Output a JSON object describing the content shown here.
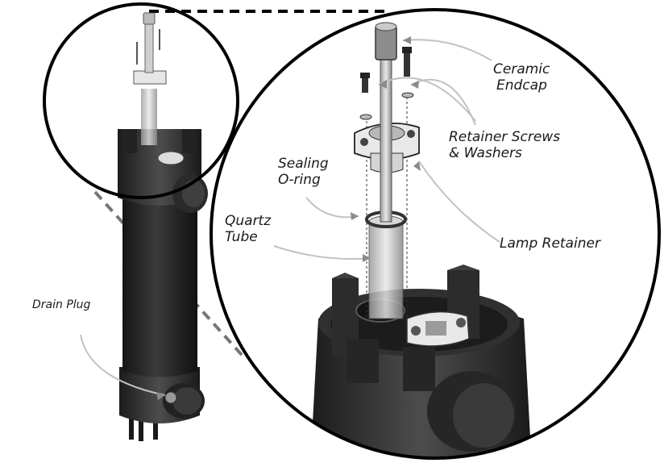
{
  "labels": {
    "ceramic_endcap_1": "Ceramic",
    "ceramic_endcap_2": "Endcap",
    "retainer_screws_1": "Retainer Screws",
    "retainer_screws_2": "& Washers",
    "sealing_oring_1": "Sealing",
    "sealing_oring_2": "O-ring",
    "quartz_tube_1": "Quartz",
    "quartz_tube_2": "Tube",
    "lamp_retainer": "Lamp Retainer",
    "drain_plug": "Drain Plug"
  },
  "colors": {
    "housing": "#2b2b2b",
    "housing_dark": "#151515",
    "housing_light": "#4a4a4a",
    "metal": "#e6e6e6",
    "leader": "#bdbdbd",
    "outline": "#000000"
  }
}
